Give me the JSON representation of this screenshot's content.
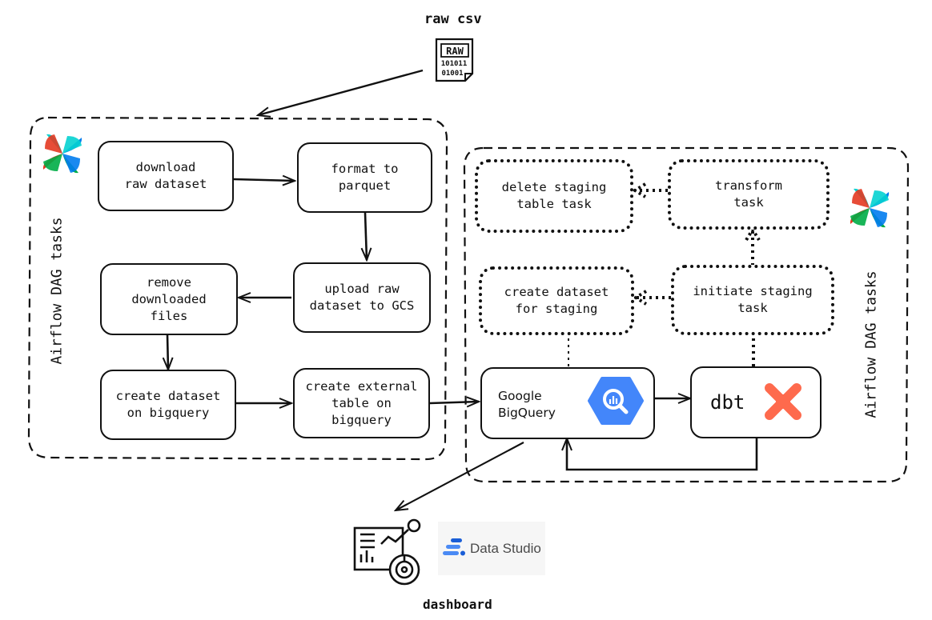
{
  "labels": {
    "raw_csv": "raw csv",
    "raw_file_text": "RAW",
    "raw_bits_1": "101011",
    "raw_bits_2": "01001",
    "dashboard": "dashboard",
    "airflow_left": "Airflow DAG tasks",
    "airflow_right": "Airflow DAG tasks",
    "data_studio": "Data Studio"
  },
  "nodes": {
    "download": "download\nraw dataset",
    "format": "format to\nparquet",
    "upload": "upload raw\ndataset to GCS",
    "remove": "remove\ndownloaded\nfiles",
    "create_bq": "create dataset\non bigquery",
    "external": "create external\ntable on\nbigquery",
    "delete_staging": "delete staging\ntable task",
    "transform": "transform\ntask",
    "create_staging": "create dataset\nfor staging",
    "initiate_staging": "initiate staging\ntask",
    "bigquery": "Google\nBigQuery",
    "dbt": "dbt"
  },
  "colors": {
    "airflow_red": "#e43921",
    "airflow_blue": "#017cee",
    "airflow_green": "#00ad46",
    "airflow_cyan": "#04d1d0",
    "bigquery_blue": "#4386fa",
    "dbt_orange": "#fe6a4d",
    "data_studio_blue": "#4a8af4",
    "data_studio_dark": "#1a5ed7"
  }
}
